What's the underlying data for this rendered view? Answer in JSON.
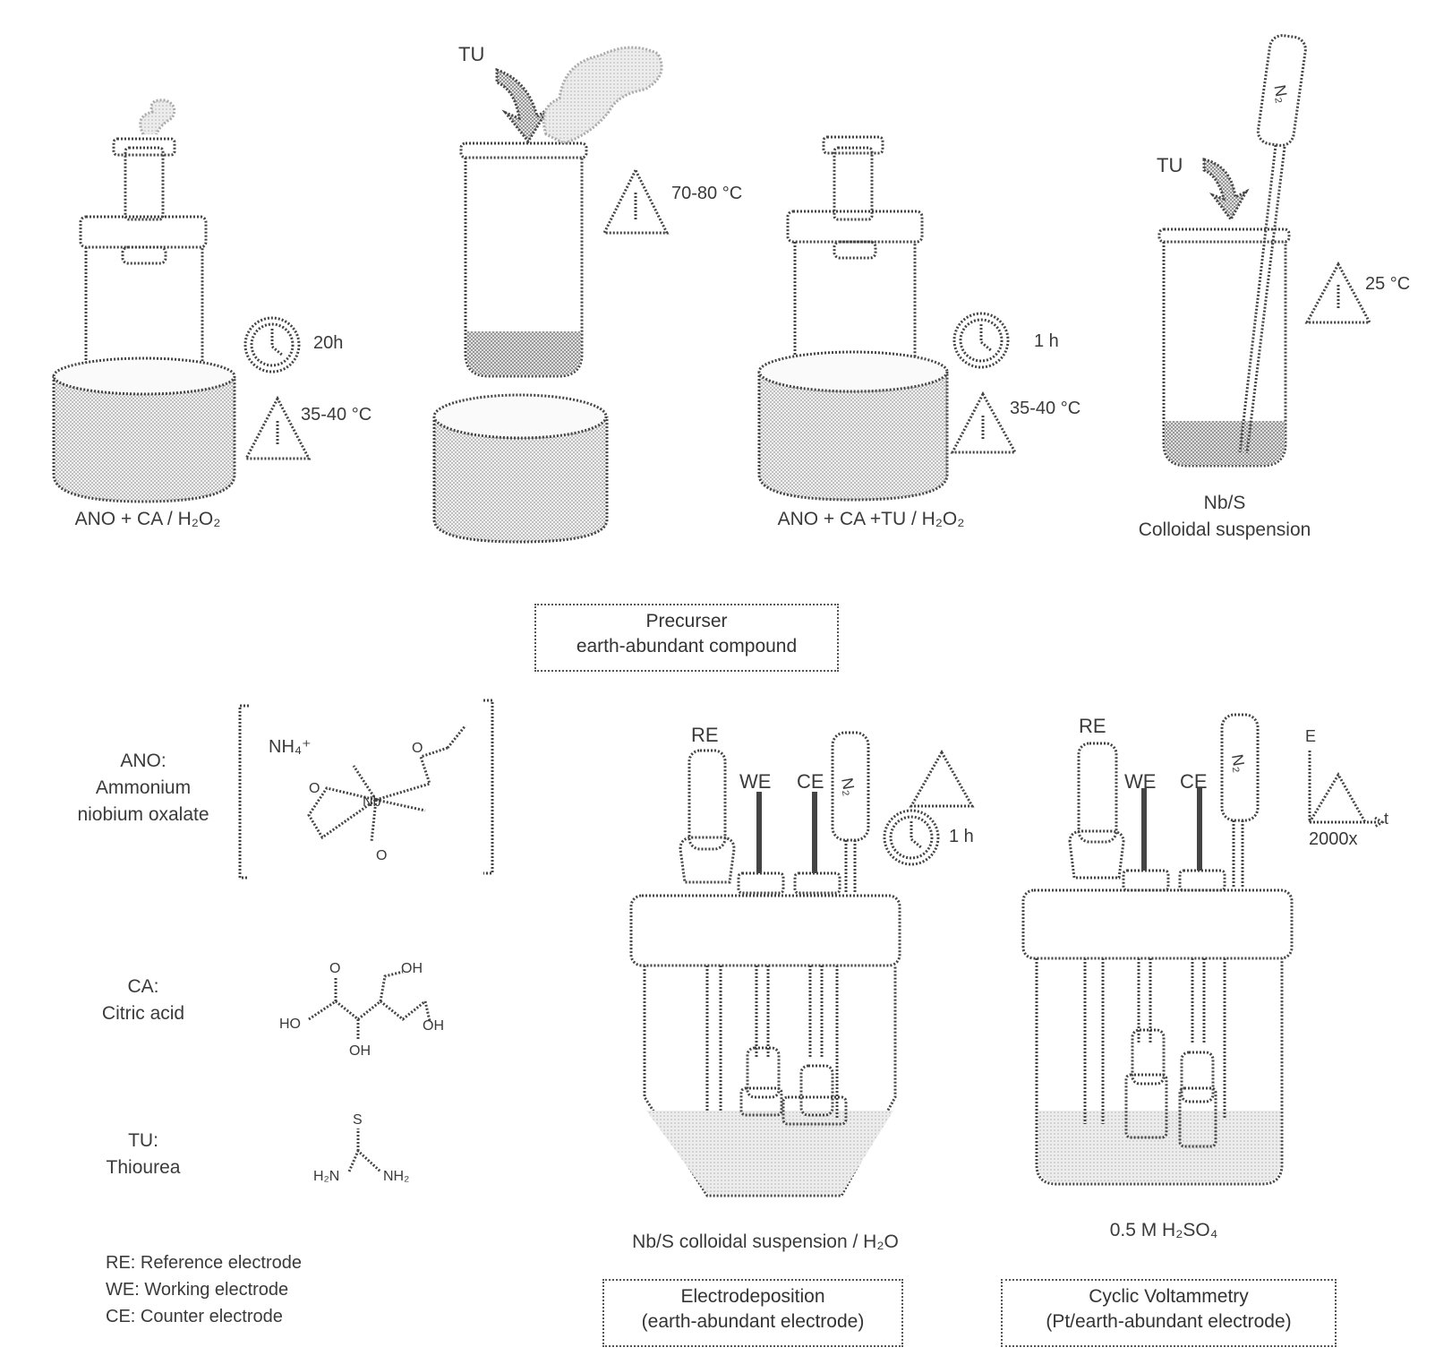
{
  "steps": {
    "step1": {
      "caption": "ANO + CA / H₂O₂",
      "time": "20h",
      "temp": "35-40 °C"
    },
    "step2": {
      "reagent": "TU",
      "temp": "70-80 °C"
    },
    "step3": {
      "caption": "ANO + CA +TU / H₂O₂",
      "time": "1 h",
      "temp": "35-40 °C"
    },
    "step4": {
      "reagent": "TU",
      "gas": "N₂",
      "temp": "25 °C",
      "caption_line1": "Nb/S",
      "caption_line2": "Colloidal suspension"
    }
  },
  "precursor_box": {
    "line1": "Precurser",
    "line2": "earth-abundant compound"
  },
  "compounds": [
    {
      "abbr": "ANO:",
      "line1": "Ammonium",
      "line2": "niobium oxalate",
      "ion": "NH₄⁺"
    },
    {
      "abbr": "CA:",
      "line1": "Citric acid",
      "line2": ""
    },
    {
      "abbr": "TU:",
      "line1": "Thiourea",
      "line2": ""
    }
  ],
  "structures": {
    "ca_labels": [
      "O",
      "OH",
      "HO",
      "OH",
      "OH"
    ],
    "tu_labels": [
      "S",
      "H₂N",
      "NH₂"
    ],
    "ano_labels": [
      "Nb",
      "O",
      "O",
      "O"
    ]
  },
  "legend": [
    "RE: Reference electrode",
    "WE: Working electrode",
    "CE: Counter electrode"
  ],
  "electrodeposition": {
    "re": "RE",
    "we": "WE",
    "ce": "CE",
    "gas": "N₂",
    "time": "1 h",
    "caption": "Nb/S colloidal suspension / H₂O",
    "box_line1": "Electrodeposition",
    "box_line2": "(earth-abundant electrode)"
  },
  "cyclic_voltammetry": {
    "re": "RE",
    "we": "WE",
    "ce": "CE",
    "gas": "N₂",
    "axis_y": "E",
    "axis_x": "t",
    "cycles": "2000x",
    "caption": "0.5 M H₂SO₄",
    "box_line1": "Cyclic Voltammetry",
    "box_line2": "(Pt/earth-abundant electrode)"
  }
}
